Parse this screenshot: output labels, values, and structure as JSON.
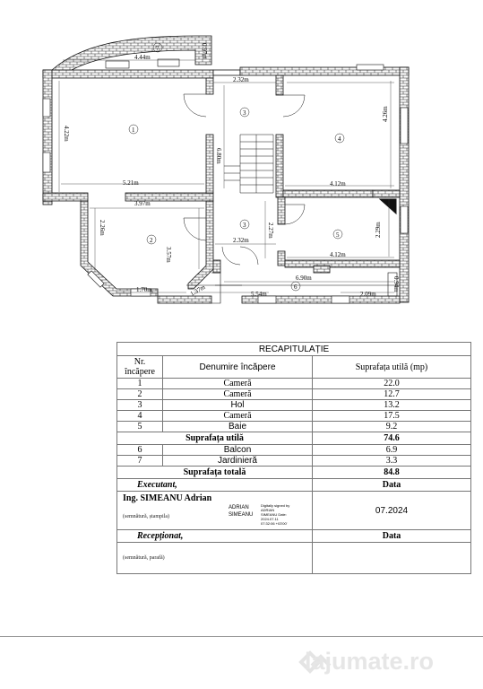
{
  "floorplan": {
    "dimensions": {
      "d_444": "4.44m",
      "d_097": "0.97m",
      "d_232_top": "2.32m",
      "d_422": "4.22m",
      "d_426": "4.26m",
      "d_680": "6.80m",
      "d_521": "5.21m",
      "d_412_a": "4.12m",
      "d_397": "3.97m",
      "d_226": "2.26m",
      "d_357": "3.57m",
      "d_232_mid": "2.32m",
      "d_227": "2.27m",
      "d_229": "2.29m",
      "d_412_b": "4.12m",
      "d_690": "6.90m",
      "d_170": "1.70m",
      "d_137": "1.37m",
      "d_554": "5.54m",
      "d_209": "2.09m",
      "d_094": "0.94m"
    },
    "rooms": {
      "r1": "1",
      "r2": "2",
      "r3a": "3",
      "r3b": "3",
      "r4": "4",
      "r5": "5",
      "r6": "6",
      "r7": "7"
    }
  },
  "recap": {
    "title": "RECAPITULAȚIE",
    "col_nr": "Nr. încăpere",
    "col_name": "Denumire încăpere",
    "col_area": "Suprafața utilă (mp)",
    "rows_main": [
      {
        "nr": "1",
        "name": "Cameră",
        "area": "22.0"
      },
      {
        "nr": "2",
        "name": "Cameră",
        "area": "12.7"
      },
      {
        "nr": "3",
        "name": "Hol",
        "area": "13.2"
      },
      {
        "nr": "4",
        "name": "Cameră",
        "area": "17.5"
      },
      {
        "nr": "5",
        "name": "Baie",
        "area": "9.2"
      }
    ],
    "useful_label": "Suprafața utilă",
    "useful_value": "74.6",
    "rows_extra": [
      {
        "nr": "6",
        "name": "Balcon",
        "area": "6.9"
      },
      {
        "nr": "7",
        "name": "Jardinieră",
        "area": "3.3"
      }
    ],
    "total_label": "Suprafața totală",
    "total_value": "84.8",
    "executant_label": "Executant,",
    "data_label": "Data",
    "engineer": "Ing. SIMEANU Adrian",
    "signature_note": "(semnătură, ștampila)",
    "signature_name_1": "ADRIAN",
    "signature_name_2": "SIMEANU",
    "digital_sign_text": "Digitally signed by ADRIAN SIMEANU Date: 2024.07.11 07:32:06 +03'00'",
    "date_value": "07.2024",
    "receptionat_label": "Recepționat,",
    "data_label_2": "Data",
    "receptionat_note": "(semnătură, parafă)"
  },
  "watermark": "lajumate.ro"
}
